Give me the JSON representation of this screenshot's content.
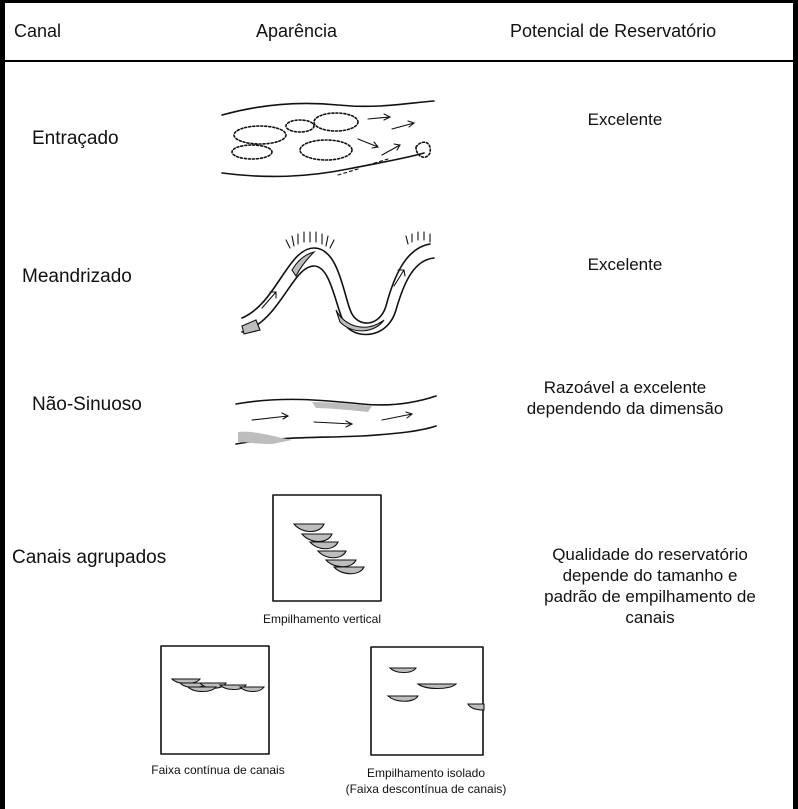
{
  "header": {
    "col_channel": "Canal",
    "col_appearance": "Aparência",
    "col_potential": "Potencial de Reservatório"
  },
  "rows": [
    {
      "channel": "Entraçado",
      "potential": "Excelente"
    },
    {
      "channel": "Meandrizado",
      "potential": "Excelente"
    },
    {
      "channel": "Não-Sinuoso",
      "potential_lines": [
        "Razoável a excelente",
        "dependendo da dimensão"
      ]
    },
    {
      "channel": "Canais agrupados",
      "potential_lines": [
        "Qualidade do reservatório",
        "depende do tamanho e",
        "padrão de empilhamento de",
        "canais"
      ]
    }
  ],
  "captions": {
    "vertical": "Empilhamento vertical",
    "continuous": "Faixa contínua de canais",
    "isolated_line1": "Empilhamento isolado",
    "isolated_line2": "(Faixa descontínua de canais)"
  },
  "icons": [
    "braided-channel-sketch",
    "meandering-channel-sketch",
    "straight-channel-sketch",
    "vertical-stacking-sketch",
    "continuous-belt-sketch",
    "isolated-stacking-sketch"
  ]
}
